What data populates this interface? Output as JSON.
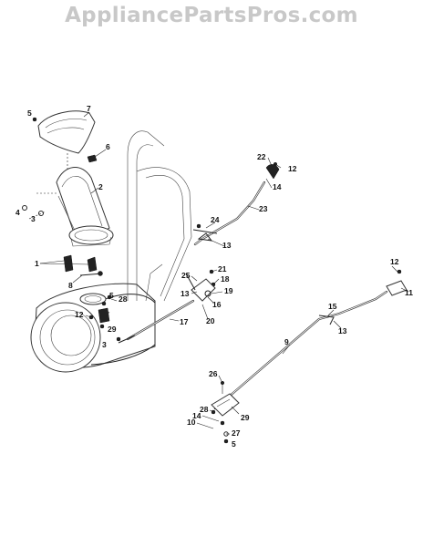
{
  "watermark": "AppliancePartsPros.com",
  "callouts": [
    {
      "id": "c5a",
      "text": "5"
    },
    {
      "id": "c7",
      "text": "7"
    },
    {
      "id": "c6",
      "text": "6"
    },
    {
      "id": "c2",
      "text": "2"
    },
    {
      "id": "c4",
      "text": "4"
    },
    {
      "id": "c3",
      "text": "3"
    },
    {
      "id": "c1",
      "text": "1"
    },
    {
      "id": "c8",
      "text": "8"
    },
    {
      "id": "c22",
      "text": "22"
    },
    {
      "id": "c12a",
      "text": "12"
    },
    {
      "id": "c14a",
      "text": "14"
    },
    {
      "id": "c24",
      "text": "24"
    },
    {
      "id": "c23",
      "text": "23"
    },
    {
      "id": "c13a",
      "text": "13"
    },
    {
      "id": "c25",
      "text": "25"
    },
    {
      "id": "c21",
      "text": "21"
    },
    {
      "id": "c18",
      "text": "18"
    },
    {
      "id": "c13b",
      "text": "13"
    },
    {
      "id": "c19",
      "text": "19"
    },
    {
      "id": "c16",
      "text": "16"
    },
    {
      "id": "c20",
      "text": "20"
    },
    {
      "id": "c17",
      "text": "17"
    },
    {
      "id": "c5b",
      "text": "5"
    },
    {
      "id": "c28a",
      "text": "28"
    },
    {
      "id": "c12b",
      "text": "12"
    },
    {
      "id": "c29a",
      "text": "29"
    },
    {
      "id": "c3b",
      "text": "3"
    },
    {
      "id": "c12c",
      "text": "12"
    },
    {
      "id": "c11",
      "text": "11"
    },
    {
      "id": "c15",
      "text": "15"
    },
    {
      "id": "c13c",
      "text": "13"
    },
    {
      "id": "c9",
      "text": "9"
    },
    {
      "id": "c26",
      "text": "26"
    },
    {
      "id": "c29b",
      "text": "29"
    },
    {
      "id": "c28b",
      "text": "28"
    },
    {
      "id": "c14b",
      "text": "14"
    },
    {
      "id": "c10",
      "text": "10"
    },
    {
      "id": "c27",
      "text": "27"
    },
    {
      "id": "c5c",
      "text": "5"
    }
  ]
}
